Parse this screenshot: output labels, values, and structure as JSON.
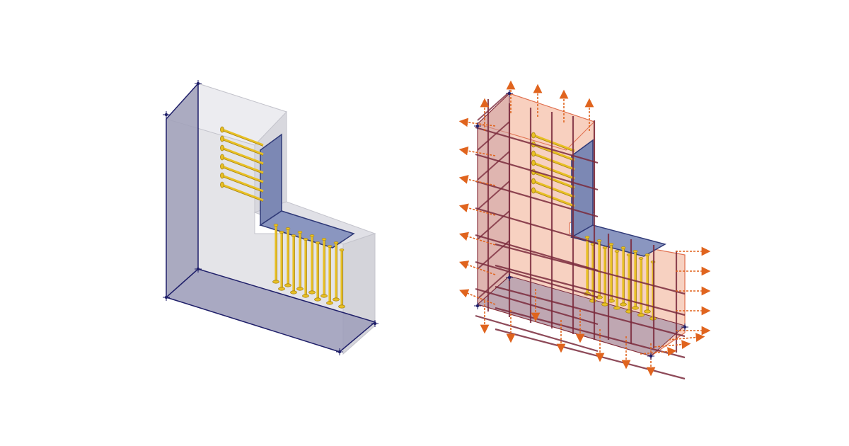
{
  "models": [
    {
      "id": "left-model",
      "description_visible": false,
      "stud_rows_vertical_plate": 7,
      "stud_count_horizontal_plate": 12
    },
    {
      "id": "right-model",
      "description_visible": false,
      "rebar_grid": true,
      "load_arrows": true
    }
  ],
  "colors": {
    "concrete_left": "#dcdce0",
    "concrete_left_edge": "#c2c2c8",
    "support_face": "#8c8ca8",
    "support_edge": "#20206a",
    "steel_plate": "#7c88b4",
    "steel_plate_edge": "#303a78",
    "stud": "#e8c024",
    "stud_dark": "#a88410",
    "concrete_right": "#f2b8a0",
    "concrete_right_edge": "#e07050",
    "rebar": "#7a2a3c",
    "arrow": "#e0641e"
  }
}
